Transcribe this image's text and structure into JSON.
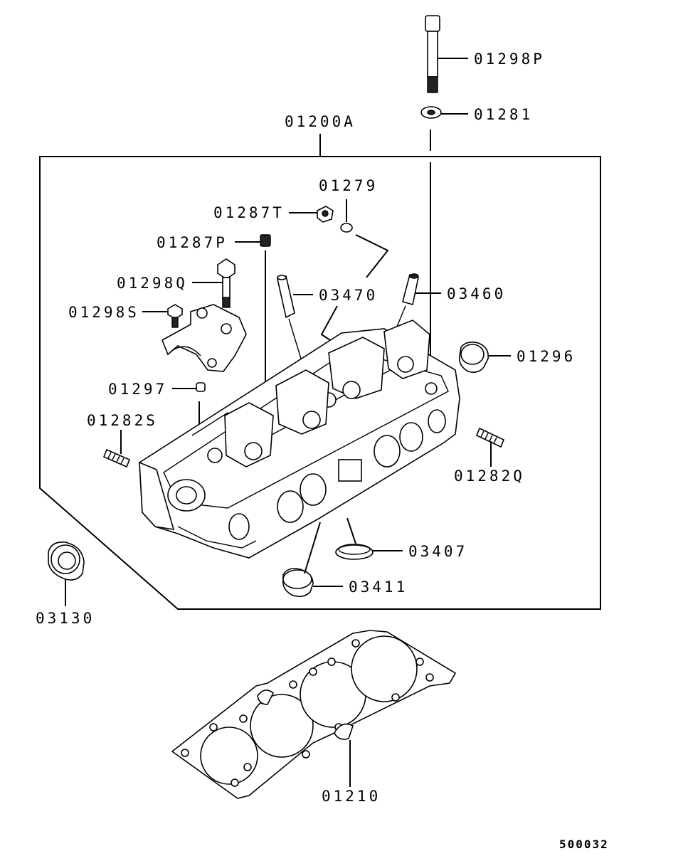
{
  "parts": {
    "p01298P": "01298P",
    "p01281": "01281",
    "p01200A": "01200A",
    "p01279": "01279",
    "p01287T": "01287T",
    "p01287P": "01287P",
    "p01298Q": "01298Q",
    "p03470": "03470",
    "p03460": "03460",
    "p01298S": "01298S",
    "p01296": "01296",
    "p01297": "01297",
    "p01282S": "01282S",
    "p01282Q": "01282Q",
    "p03407": "03407",
    "p03411": "03411",
    "p03130": "03130",
    "p01210": "01210"
  },
  "diagram_id": "500032"
}
